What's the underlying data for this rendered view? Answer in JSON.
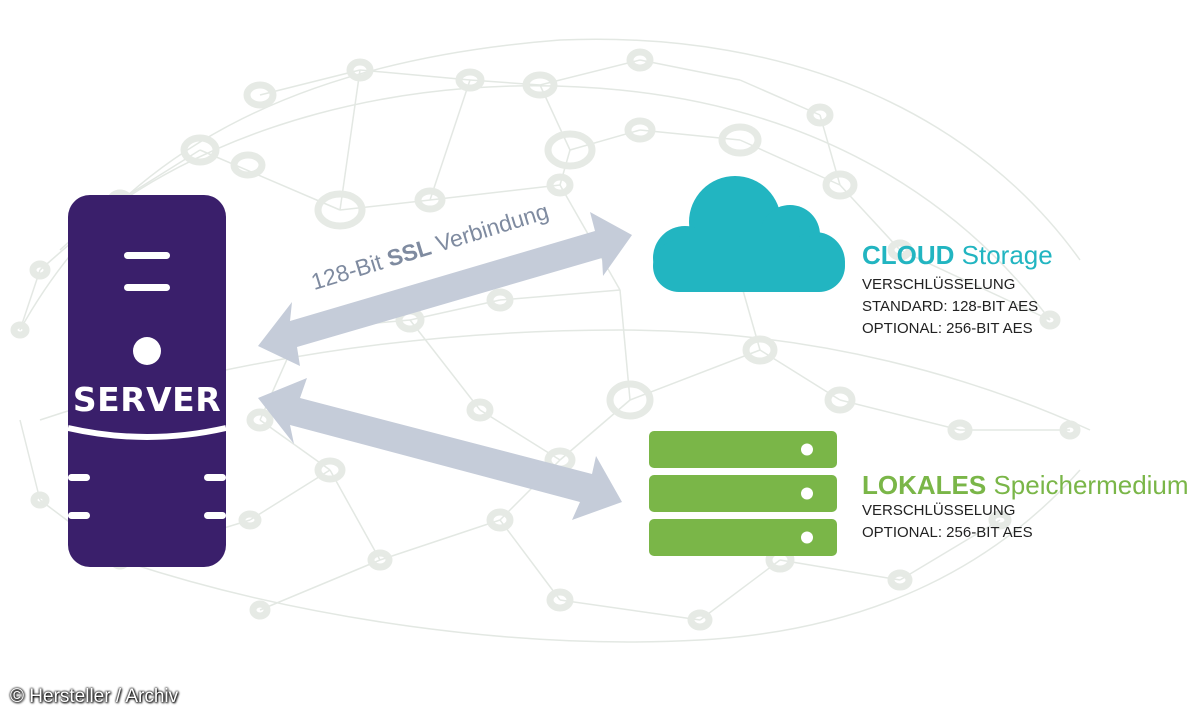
{
  "server": {
    "label": "SERVER",
    "color": "#3a1f6b"
  },
  "ssl": {
    "prefix": "128-Bit ",
    "strong": "SSL",
    "suffix": " Verbindung"
  },
  "cloud": {
    "title_strong": "CLOUD",
    "title_rest": " Storage",
    "color": "#22b5c1",
    "details": [
      "VERSCHLÜSSELUNG",
      "STANDARD: 128-BIT AES",
      "OPTIONAL: 256-BIT AES"
    ]
  },
  "local": {
    "title_strong": "LOKALES",
    "title_rest": " Speichermedium",
    "color": "#7ab648",
    "details": [
      "VERSCHLÜSSELUNG",
      "OPTIONAL: 256-BIT AES"
    ]
  },
  "arrow_color": "#c5ccd9",
  "credit": "© Hersteller / Archiv"
}
